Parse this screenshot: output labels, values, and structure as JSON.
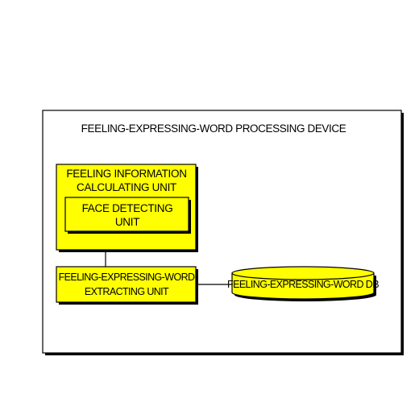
{
  "device": {
    "title": "FEELING-EXPRESSING-WORD PROCESSING DEVICE"
  },
  "feeling_info_unit": {
    "line1": "FEELING INFORMATION",
    "line2": "CALCULATING UNIT"
  },
  "face_detecting_unit": {
    "line1": "FACE DETECTING",
    "line2": "UNIT"
  },
  "extracting_unit": {
    "line1": "FEELING-EXPRESSING-WORD",
    "line2": "EXTRACTING UNIT"
  },
  "word_db": {
    "label": "FEELING-EXPRESSING-WORD DB"
  },
  "colors": {
    "box_fill": "#ffff00",
    "stroke": "#000000",
    "background": "#ffffff"
  }
}
